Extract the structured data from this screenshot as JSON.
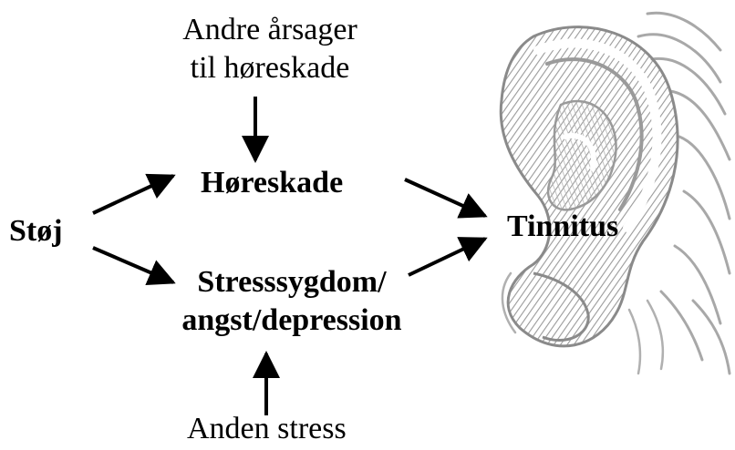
{
  "nodes": {
    "noise": "Støj",
    "other_causes_line1": "Andre årsager",
    "other_causes_line2": "til høreskade",
    "hearing_damage": "Høreskade",
    "stress_line1": "Stresssygdom/",
    "stress_line2": "angst/depression",
    "other_stress": "Anden stress",
    "tinnitus": "Tinnitus"
  },
  "image": {
    "ear": "ear-illustration"
  },
  "edges": [
    {
      "from": "Andre årsager til høreskade",
      "to": "Høreskade"
    },
    {
      "from": "Støj",
      "to": "Høreskade"
    },
    {
      "from": "Støj",
      "to": "Stresssygdom/ angst/depression"
    },
    {
      "from": "Høreskade",
      "to": "Tinnitus"
    },
    {
      "from": "Stresssygdom/ angst/depression",
      "to": "Tinnitus"
    },
    {
      "from": "Anden stress",
      "to": "Stresssygdom/ angst/depression"
    }
  ]
}
